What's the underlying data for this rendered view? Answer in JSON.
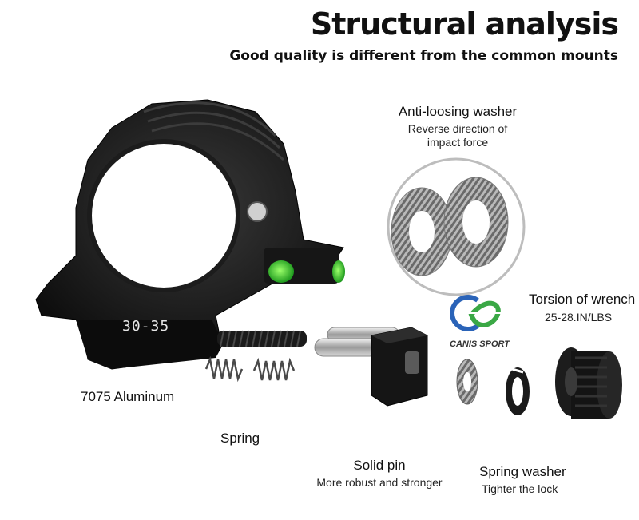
{
  "header": {
    "title": "Structural analysis",
    "subtitle": "Good quality is different from the common mounts"
  },
  "mount": {
    "marking": "30-35"
  },
  "labels": {
    "washer_title": "Anti-loosing washer",
    "washer_desc_1": "Reverse direction of",
    "washer_desc_2": "impact force",
    "torsion_title": "Torsion of wrench",
    "torsion_value": "25-28.IN/LBS",
    "aluminum": "7075 Aluminum",
    "spring": "Spring",
    "solid_pin_title": "Solid pin",
    "solid_pin_desc": "More robust and stronger",
    "spring_washer_title": "Spring washer",
    "spring_washer_desc": "Tighter the lock"
  },
  "brand": {
    "name": "CANIS SPORT",
    "color_blue": "#2a63b8",
    "color_green": "#3aa845"
  },
  "colors": {
    "bubble_green": "#3cd63c",
    "mount_black": "#151515"
  }
}
